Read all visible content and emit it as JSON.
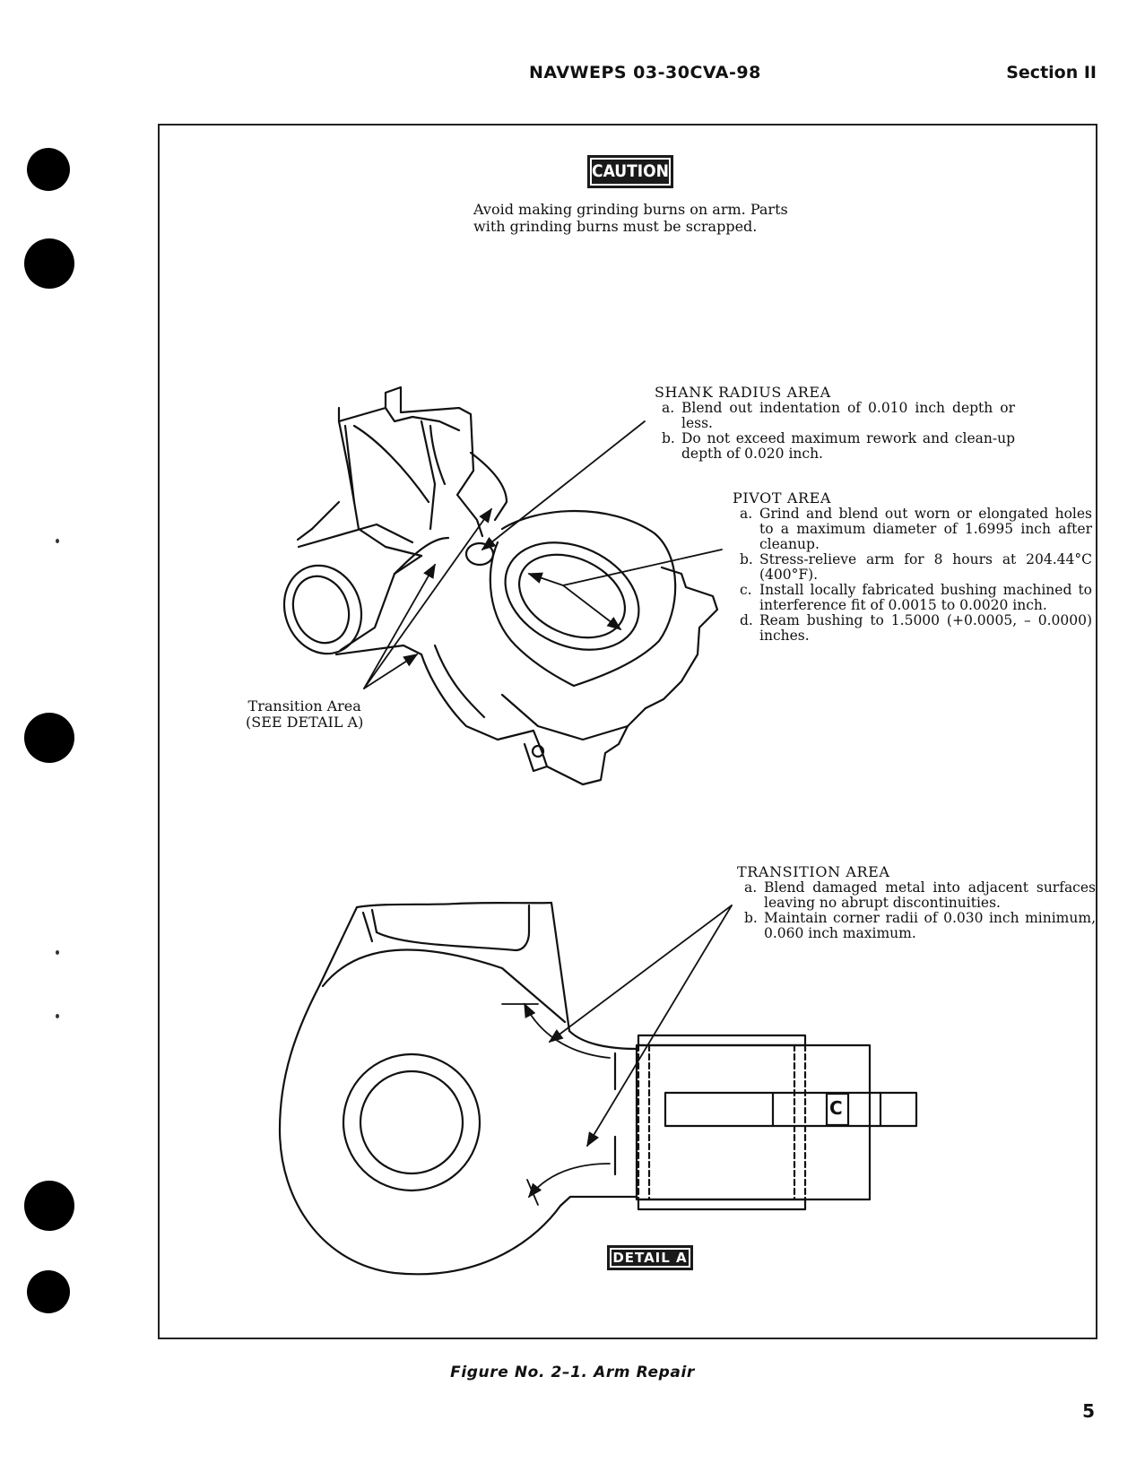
{
  "header": {
    "doc_number": "NAVWEPS 03-30CVA-98",
    "section": "Section II"
  },
  "caution": {
    "badge": "CAUTION",
    "lines": [
      "Avoid making grinding burns on arm. Parts",
      "with grinding burns must be scrapped."
    ]
  },
  "shank_radius": {
    "title": "SHANK RADIUS AREA",
    "items": [
      {
        "letter": "a.",
        "text": "Blend out indentation of 0.010 inch depth or less."
      },
      {
        "letter": "b.",
        "text": "Do not exceed maximum rework and clean-up depth of 0.020 inch."
      }
    ]
  },
  "pivot": {
    "title": "PIVOT AREA",
    "items": [
      {
        "letter": "a.",
        "text": "Grind and blend out worn or elongated holes to a maximum diameter of 1.6995 inch after cleanup."
      },
      {
        "letter": "b.",
        "text": "Stress-relieve arm for 8 hours at 204.44°C (400°F)."
      },
      {
        "letter": "c.",
        "text": "Install locally fabricated bushing machined to interference fit of 0.0015 to 0.0020 inch."
      },
      {
        "letter": "d.",
        "text": "Ream bushing to 1.5000 (+0.0005, – 0.0000) inches."
      }
    ]
  },
  "transition_label": {
    "line1": "Transition Area",
    "line2": "(SEE DETAIL A)"
  },
  "transition": {
    "title": "TRANSITION AREA",
    "items": [
      {
        "letter": "a.",
        "text": "Blend damaged metal into adjacent surfaces leaving no abrupt discontinuities."
      },
      {
        "letter": "b.",
        "text": "Maintain corner radii of 0.030 inch minimum, 0.060 inch maximum."
      }
    ]
  },
  "detail_mark": "C",
  "detail_badge": "DETAIL A",
  "caption": "Figure No. 2–1. Arm Repair",
  "page_number": "5"
}
